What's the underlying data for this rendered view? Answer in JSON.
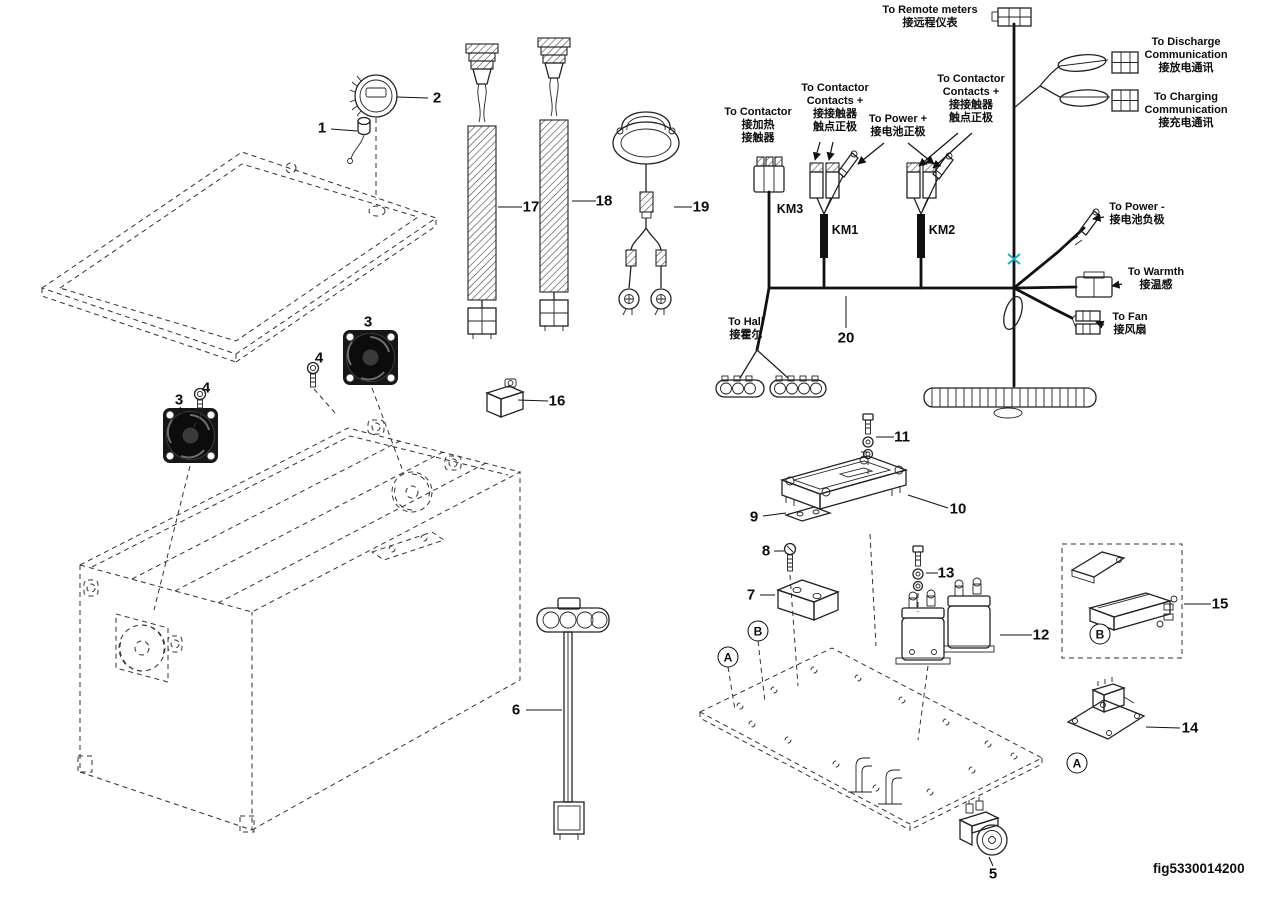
{
  "figure": {
    "code": "fig5330014200"
  },
  "part_labels": {
    "p1": "1",
    "p2": "2",
    "p3": "3",
    "p4": "4",
    "p5": "5",
    "p6": "6",
    "p7": "7",
    "p8": "8",
    "p9": "9",
    "p10": "10",
    "p11": "11",
    "p12": "12",
    "p13": "13",
    "p14": "14",
    "p15": "15",
    "p16": "16",
    "p17": "17",
    "p18": "18",
    "p19": "19",
    "p20": "20"
  },
  "relay_labels": {
    "km1": "KM1",
    "km2": "KM2",
    "km3": "KM3"
  },
  "view_callouts": {
    "a": "A",
    "b": "B"
  },
  "wire_labels": {
    "remote_meters": {
      "l1": "To Remote meters",
      "l2": "接远程仪表"
    },
    "discharge_comm": {
      "l1": "To Discharge",
      "l2": "Communication",
      "l3": "接放电通讯"
    },
    "charging_comm": {
      "l1": "To Charging",
      "l2": "Communication",
      "l3": "接充电通讯"
    },
    "contactor_heater": {
      "l1": "To Contactor",
      "l2": "接加热",
      "l3": "接触器"
    },
    "contactor_contacts_km1": {
      "l1": "To Contactor",
      "l2": "Contacts +",
      "l3": "接接触器",
      "l4": "触点正极"
    },
    "power_plus": {
      "l1": "To Power +",
      "l2": "接电池正极"
    },
    "contactor_contacts_km2": {
      "l1": "To Contactor",
      "l2": "Contacts +",
      "l3": "接接触器",
      "l4": "触点正极"
    },
    "power_minus": {
      "l1": "To Power -",
      "l2": "接电池负极"
    },
    "warmth": {
      "l1": "To Warmth",
      "l2": "接温感"
    },
    "fan": {
      "l1": "To Fan",
      "l2": "接风扇"
    },
    "hall": {
      "l1": "To Hall",
      "l2": "接霍尔"
    }
  }
}
